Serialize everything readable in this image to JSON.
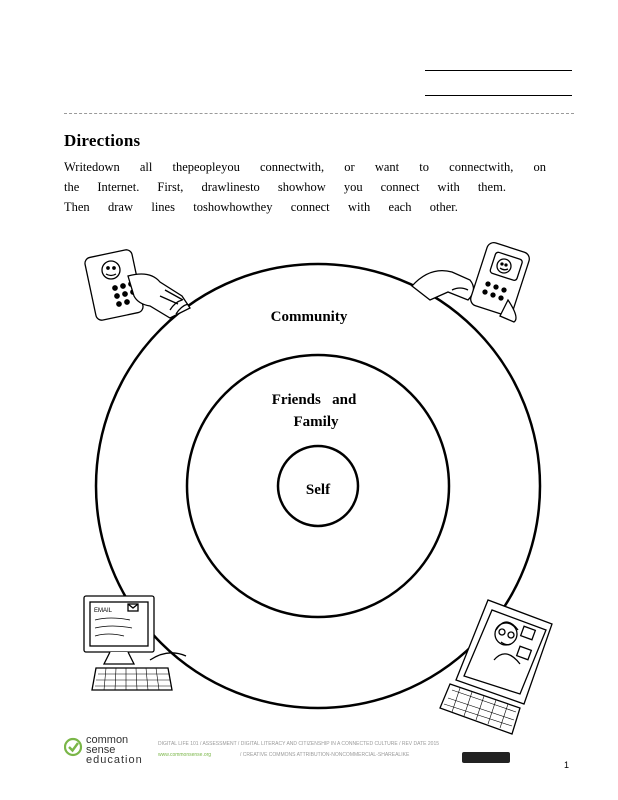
{
  "directions": {
    "heading": "Directions",
    "line1": [
      "Writedown",
      "all",
      "thepeopleyou",
      "connectwith,",
      "or",
      "want",
      "to",
      "connectwith,",
      "on"
    ],
    "line2": [
      "the",
      "Internet.",
      "First,",
      "drawlinesto",
      "showhow",
      "you",
      "connect",
      "with",
      "them."
    ],
    "line3": [
      "Then",
      "draw",
      "lines",
      "toshowhowthey",
      "connect",
      "with",
      "each",
      "other."
    ]
  },
  "diagram": {
    "outer_label": "Community",
    "middle_label_1": "Friends   and",
    "middle_label_2": "Family",
    "inner_label": "Self"
  },
  "footer": {
    "logo_line1": "common",
    "logo_line2": "sense",
    "logo_line3": "education",
    "row1": "DIGITAL    LIFE    101    /    ASSESSMENT    /    DIGITAL    LITERACY    AND    CITIZENSHIP    IN    A    CONNECTED    CULTURE    /    REV    DATE    2015",
    "url": "www.commonsense.org",
    "row2": "/    CREATIVE    COMMONS    ATTRIBUTION-NONCOMMERCIAL-SHAREALIKE",
    "page_number": "1",
    "brand_color": "#7ab648"
  }
}
